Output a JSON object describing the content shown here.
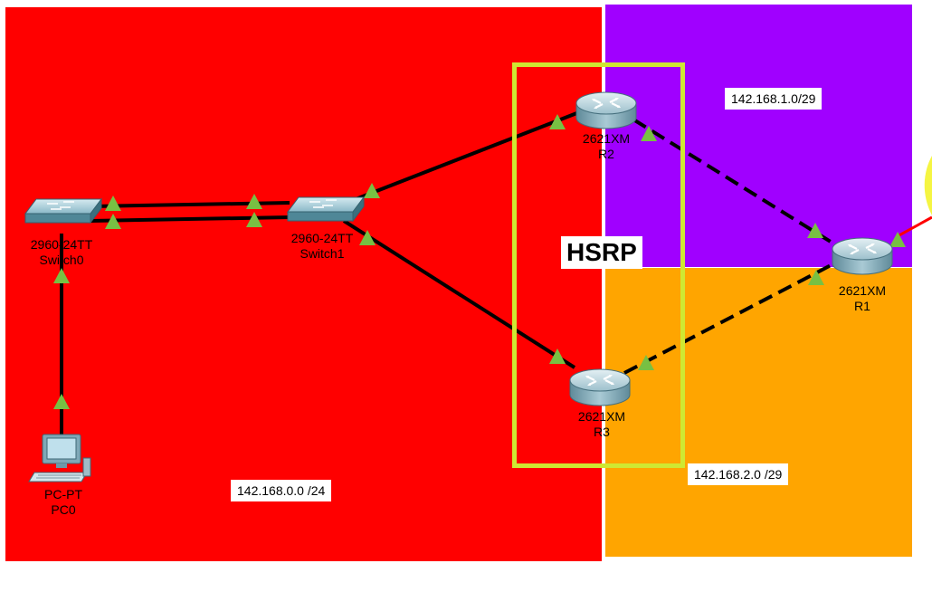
{
  "colors": {
    "lan_zone": "#ff0000",
    "r1_r2_zone": "#a000ff",
    "r1_r3_zone": "#ffa500",
    "hsrp_border": "#cfe832",
    "link_up": "#78c043",
    "cable": "#000000",
    "uplink": "#ff0000",
    "router_body": "#8fb5c2",
    "switch_body": "#6fa6b8"
  },
  "subnets": {
    "lan": "142.168.0.0 /24",
    "r1_r2": "142.168.1.0/29",
    "r1_r3": "142.168.2.0 /29"
  },
  "hsrp_label": "HSRP",
  "devices": {
    "switch0": {
      "model": "2960-24TT",
      "name": "Switch0",
      "icon": "switch-icon"
    },
    "switch1": {
      "model": "2960-24TT",
      "name": "Switch1",
      "icon": "switch-icon"
    },
    "r2": {
      "model": "2621XM",
      "name": "R2",
      "icon": "router-icon"
    },
    "r3": {
      "model": "2621XM",
      "name": "R3",
      "icon": "router-icon"
    },
    "r1": {
      "model": "2621XM",
      "name": "R1",
      "icon": "router-icon"
    },
    "pc0": {
      "model": "PC-PT",
      "name": "PC0",
      "icon": "pc-icon"
    }
  }
}
